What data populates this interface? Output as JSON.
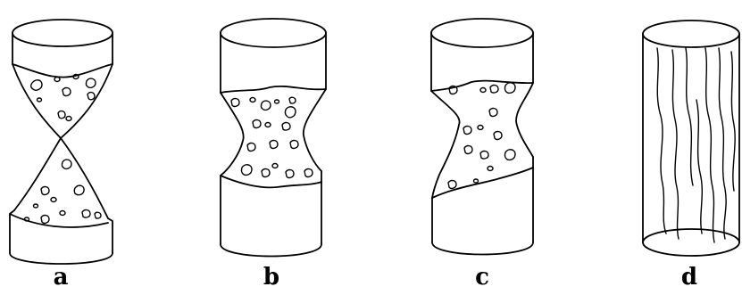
{
  "figure": {
    "labels": {
      "a": "a",
      "b": "b",
      "c": "c",
      "d": "d"
    }
  },
  "colors": {
    "stroke": "#000000",
    "background": "#ffffff"
  }
}
